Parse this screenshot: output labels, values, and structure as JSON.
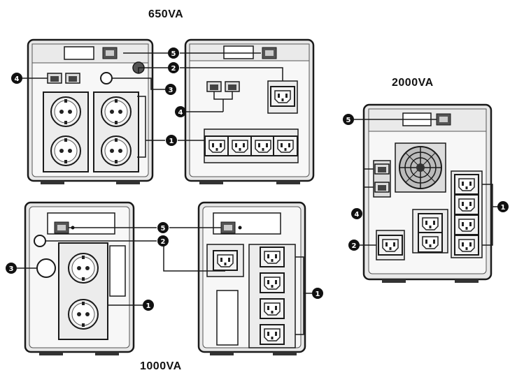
{
  "titles": {
    "va650": "650VA",
    "va2000": "2000VA",
    "va1000": "1000VA"
  },
  "callouts": {
    "n1": "1",
    "n2": "2",
    "n3": "3",
    "n4": "4",
    "n5": "5"
  },
  "colors": {
    "outline": "#1a1a1a",
    "body": "#e8e8e8",
    "panel": "#f7f7f7",
    "dark": "#333333"
  }
}
